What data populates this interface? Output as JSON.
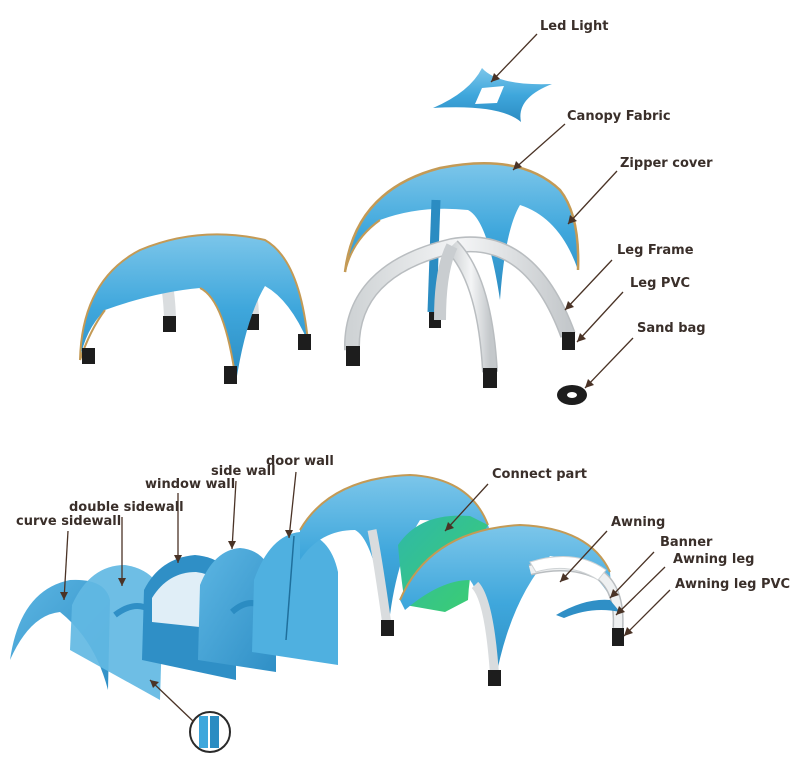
{
  "colors": {
    "canopy": "#3fa7dc",
    "canopy_dark": "#2e8fc4",
    "zipper": "#c49a55",
    "frame": "#e6e8e9",
    "frame_edge": "#b9bdc0",
    "leg_pvc": "#1d1d1d",
    "connect": "#36c27a",
    "pointer": "#4a3326"
  },
  "labels": {
    "led_light": "Led Light",
    "canopy_fabric": "Canopy Fabric",
    "zipper_cover": "Zipper cover",
    "leg_frame": "Leg Frame",
    "leg_pvc": "Leg PVC",
    "sand_bag": "Sand bag",
    "door_wall": "door wall",
    "side_wall": "side wall",
    "window_wall": "window wall",
    "double_sidewall": "double sidewall",
    "curve_sidewall": "curve sidewall",
    "connect_part": "Connect part",
    "awning": "Awning",
    "banner": "Banner",
    "awning_leg": "Awning leg",
    "awning_leg_pvc": "Awning leg PVC"
  }
}
